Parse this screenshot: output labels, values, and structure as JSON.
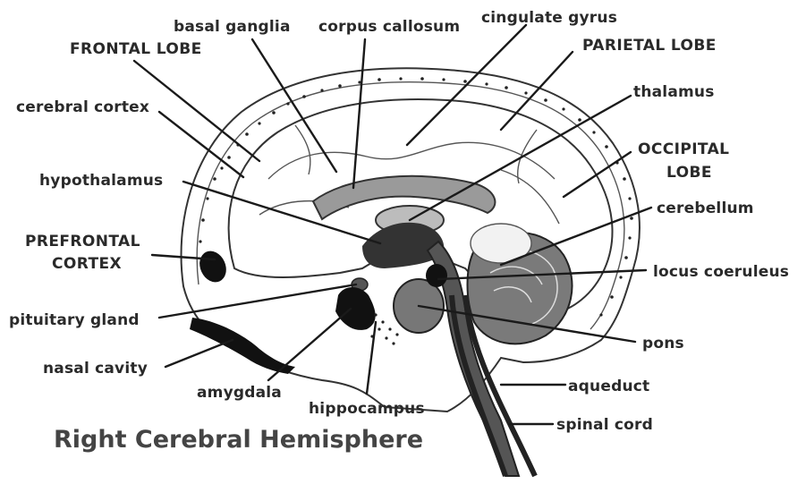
{
  "title": "Right Cerebral Hemisphere",
  "labels": {
    "basal_ganglia": "basal ganglia",
    "corpus_callosum": "corpus callosum",
    "cingulate_gyrus": "cingulate gyrus",
    "frontal_lobe": "FRONTAL LOBE",
    "parietal_lobe": "PARIETAL LOBE",
    "cerebral_cortex": "cerebral cortex",
    "thalamus": "thalamus",
    "occipital_lobe_1": "OCCIPITAL",
    "occipital_lobe_2": "LOBE",
    "hypothalamus": "hypothalamus",
    "cerebellum": "cerebellum",
    "prefrontal_cortex_1": "PREFRONTAL",
    "prefrontal_cortex_2": "CORTEX",
    "locus_coeruleus": "locus coeruleus",
    "pituitary_gland": "pituitary gland",
    "pons": "pons",
    "nasal_cavity": "nasal cavity",
    "aqueduct": "aqueduct",
    "amygdala": "amygdala",
    "hippocampus": "hippocampus",
    "spinal_cord": "spinal cord"
  }
}
